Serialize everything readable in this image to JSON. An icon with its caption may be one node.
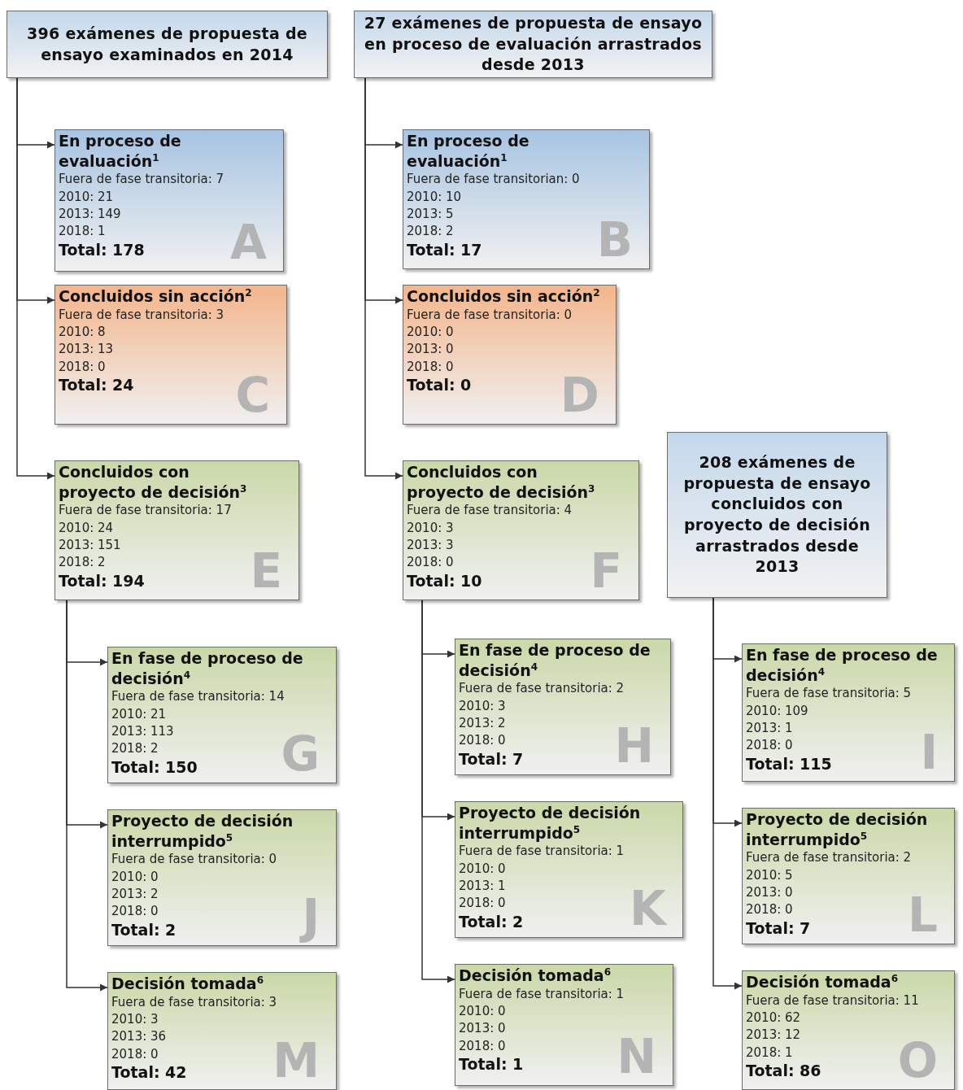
{
  "diagram": {
    "nodes": [
      {
        "text": [
          "396 exámenes de propuesta de ensayo examinados en 2014"
        ]
      },
      {
        "text": [
          "27 exámenes de propuesta de ensayo en proceso de evaluación arrastrados desde 2013"
        ]
      },
      {
        "text": [
          "En proceso de evaluación$^{1}$",
          "Fuera de fase transitoria: 7",
          "2010: 21",
          "2013: 149",
          "2018: 1",
          "Total: 178",
          "A"
        ]
      },
      {
        "text": [
          "En proceso de evaluación$^{1}$",
          "Fuera de fase transitorian: 0",
          "2010: 10",
          "2013: 5",
          "2018: 2",
          "Total: 17",
          "B"
        ]
      },
      {
        "text": [
          "Concluidos sin acción$^{2}$",
          "Fuera de fase transitoria: 3",
          "2010: 8",
          "2013: 13",
          "2018: 0",
          "Total: 24",
          "C"
        ]
      },
      {
        "text": [
          "Concluidos sin acción$^{2}$",
          "Fuera de fase transitoria: 0",
          "2010: 0",
          "2013: 0",
          "2018: 0",
          "Total: 0",
          "D"
        ]
      },
      {
        "text": [
          "Concluidos con proyecto de decisión$^{3}$",
          "Fuera de fase transitoria: 17",
          "2010: 24",
          "2013: 151",
          "2018: 2",
          "Total: 194",
          "E"
        ]
      },
      {
        "text": [
          "Concluidos con proyecto de decisión$^{3}$",
          "Fuera de fase transitoria: 4",
          "2010: 3",
          "2013: 3",
          "2018: 0",
          "Total: 10",
          "F"
        ]
      },
      {
        "text": [
          "208 exámenes de propuesta de ensayo concluidos con proyecto de decisión arrastrados desde 2013"
        ]
      },
      {
        "text": [
          "En fase de proceso de decisión$^{4}$",
          "Fuera de fase transitoria: 14",
          "2010: 21",
          "2013: 113",
          "2018: 2",
          "Total: 150",
          "G"
        ]
      },
      {
        "text": [
          "En fase de proceso de decisión$^{4}$",
          "Fuera de fase transitoria: 2",
          "2010: 3",
          "2013: 2",
          "2018: 0",
          "Total: 7",
          "H"
        ]
      },
      {
        "text": [
          "En fase de proceso de decisión$^{4}$",
          "Fuera de fase transitoria: 5",
          "2010: 109",
          "2013: 1",
          "2018: 0",
          "Total: 115",
          "I"
        ]
      },
      {
        "text": [
          "Proyecto de decisión interrumpido$^{5}$",
          "Fuera de fase transitoria: 0",
          "2010: 0",
          "2013: 2",
          "2018: 0",
          "Total: 2",
          "J"
        ]
      },
      {
        "text": [
          "Proyecto de decisión interrumpido$^{5}$",
          "Fuera de fase transitoria: 1",
          "2010: 0",
          "2013: 1",
          "2018: 0",
          "Total: 2",
          "K"
        ]
      },
      {
        "text": [
          "Proyecto de decisión interrumpido$^{5}$",
          "Fuera de fase transitoria: 2",
          "2010: 5",
          "2013: 0",
          "2018: 0",
          "Total: 7",
          "L"
        ]
      },
      {
        "text": [
          "Decisión tomada$^{6}$",
          "Fuera de fase transitoria: 3",
          "2010: 3",
          "2013: 36",
          "2018: 0",
          "Total: 42",
          "M"
        ]
      },
      {
        "text": [
          "Decisión tomada$^{6}$",
          "Fuera de fase transitoria: 1",
          "2010: 0",
          "2013: 0",
          "2018: 0",
          "Total: 1",
          "N"
        ]
      },
      {
        "text": [
          "Decisión tomada$^{6}$",
          "Fuera de fase transitoria: 11",
          "2010: 62",
          "2013: 12",
          "2018: 1",
          "Total: 86",
          "O"
        ]
      }
    ],
    "edges": [
      {
        "from": 0,
        "to": 2,
        "arrow": "to"
      },
      {
        "from": 0,
        "to": 4,
        "arrow": "to"
      },
      {
        "from": 0,
        "to": 6,
        "arrow": "to"
      },
      {
        "from": 1,
        "to": 3,
        "arrow": "to"
      },
      {
        "from": 1,
        "to": 5,
        "arrow": "to"
      },
      {
        "from": 1,
        "to": 7,
        "arrow": "to"
      },
      {
        "from": 6,
        "to": 9,
        "arrow": "to"
      },
      {
        "from": 6,
        "to": 12,
        "arrow": "to"
      },
      {
        "from": 6,
        "to": 15,
        "arrow": "to"
      },
      {
        "from": 7,
        "to": 10,
        "arrow": "to"
      },
      {
        "from": 7,
        "to": 13,
        "arrow": "to"
      },
      {
        "from": 7,
        "to": 16,
        "arrow": "to"
      },
      {
        "from": 8,
        "to": 11,
        "arrow": "to"
      },
      {
        "from": 8,
        "to": 14,
        "arrow": "to"
      },
      {
        "from": 8,
        "to": 17,
        "arrow": "to"
      }
    ]
  }
}
